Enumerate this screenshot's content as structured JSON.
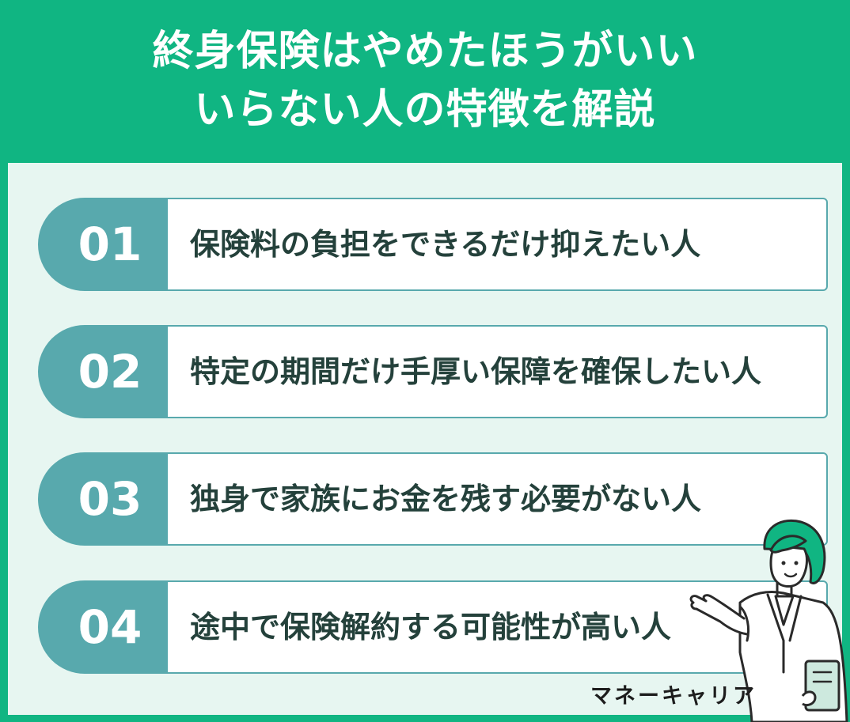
{
  "header": {
    "title_line1": "終身保険はやめたほうがいい",
    "title_line2": "いらない人の特徴を解説"
  },
  "items": [
    {
      "number": "01",
      "text": "保険料の負担をできるだけ抑えたい人"
    },
    {
      "number": "02",
      "text": "特定の期間だけ手厚い保障を確保したい人"
    },
    {
      "number": "03",
      "text": "独身で家族にお金を残す必要がない人"
    },
    {
      "number": "04",
      "text": "途中で保険解約する可能性が高い人"
    }
  ],
  "brand": {
    "name": "マネーキャリア"
  },
  "colors": {
    "header_green": "#10b582",
    "panel_bg": "#e7f6f1",
    "pill_teal": "#58a9ad",
    "text_dark": "#24413b"
  }
}
